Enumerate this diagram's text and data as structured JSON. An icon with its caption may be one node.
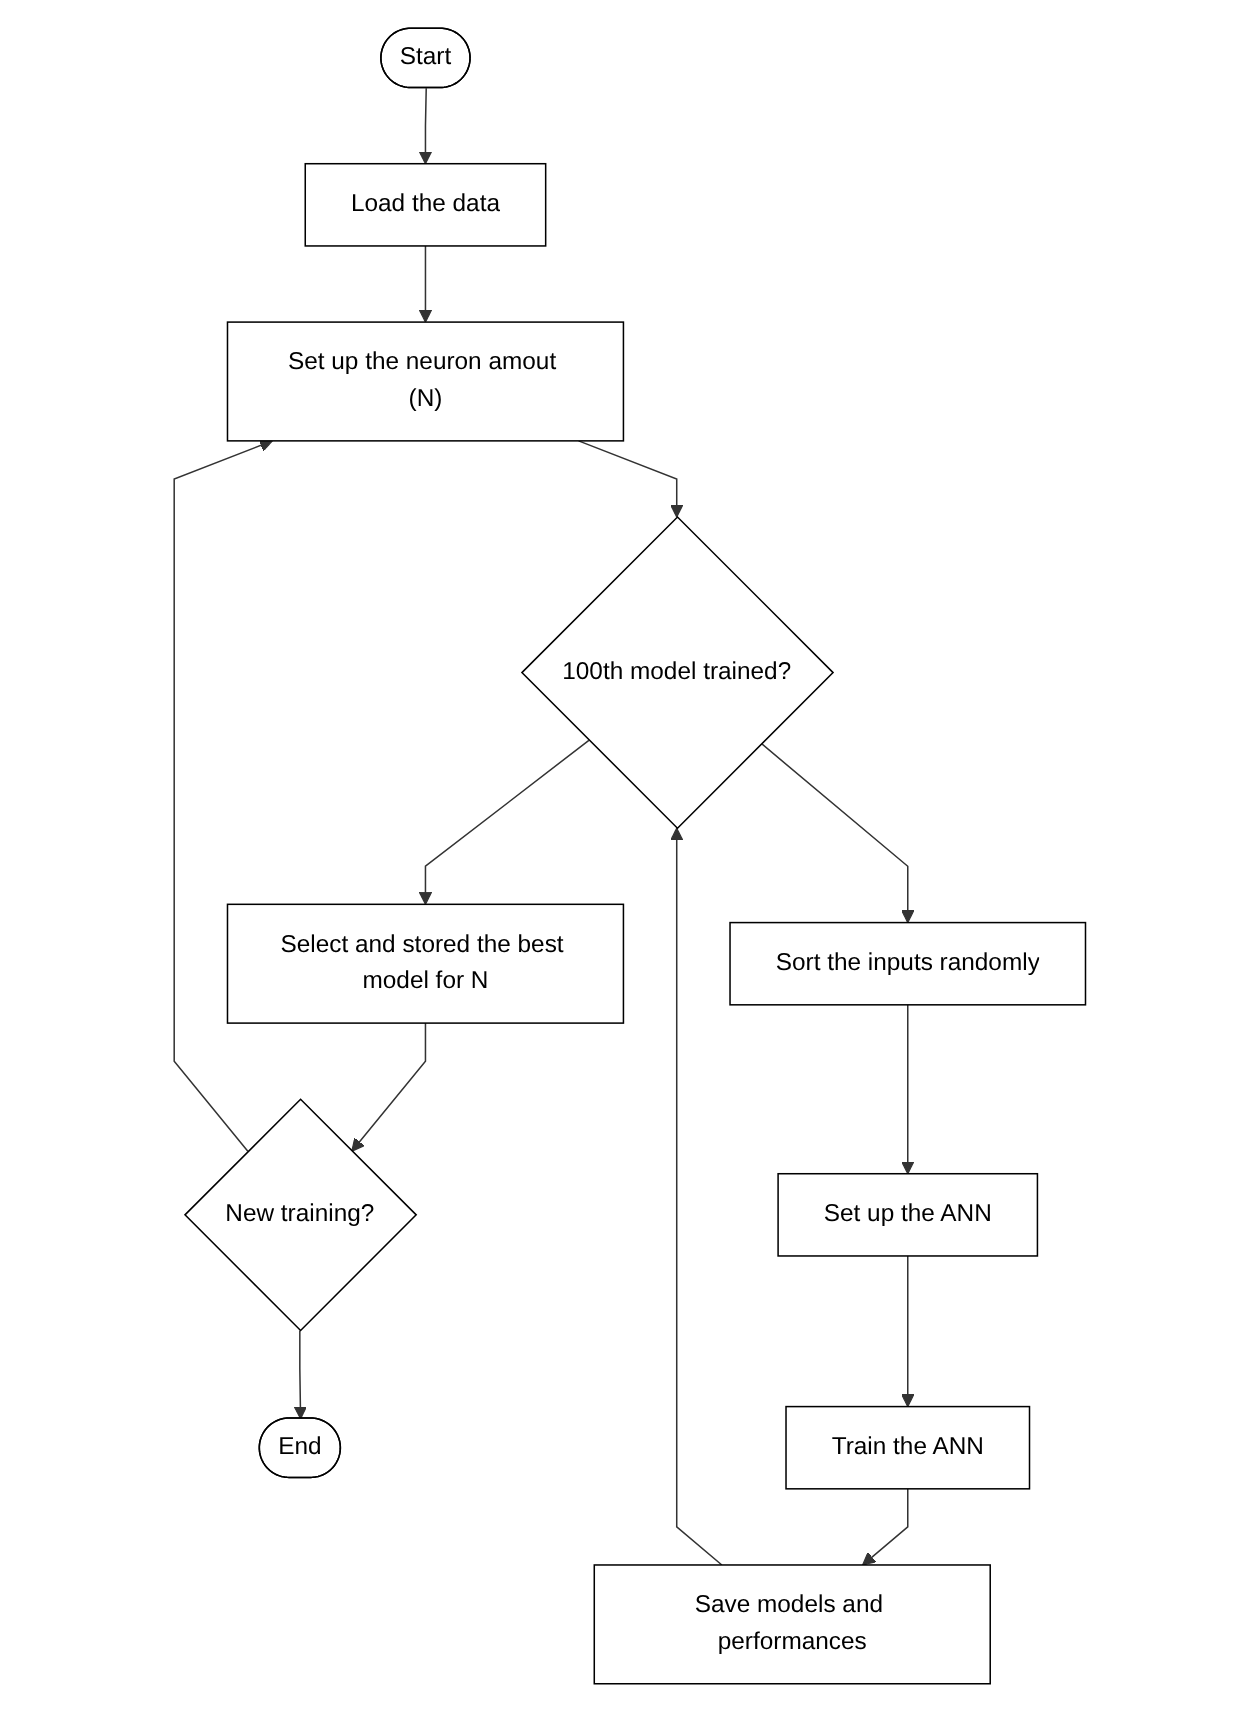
{
  "diagram": {
    "nodes": [
      {
        "text": [
          "Start"
        ]
      },
      {
        "text": [
          "Load the data"
        ]
      },
      {
        "text": [
          "Set up the neuron amout (N)"
        ]
      },
      {
        "text": [
          "100th model trained?"
        ]
      },
      {
        "text": [
          "Select and stored the best model for N"
        ]
      },
      {
        "text": [
          "New training?"
        ]
      },
      {
        "text": [
          "End"
        ]
      },
      {
        "text": [
          "Sort the inputs randomly"
        ]
      },
      {
        "text": [
          "Set up the ANN"
        ]
      },
      {
        "text": [
          "Train the ANN"
        ]
      },
      {
        "text": [
          "Save models and performances"
        ]
      }
    ],
    "edges": [
      {
        "from": 0,
        "to": 1,
        "arrow": "to"
      },
      {
        "from": 1,
        "to": 2,
        "arrow": "to"
      },
      {
        "from": 2,
        "to": 3,
        "arrow": "to"
      },
      {
        "from": 3,
        "to": 4,
        "arrow": "to"
      },
      {
        "from": 4,
        "to": 5,
        "arrow": "to"
      },
      {
        "from": 5,
        "to": 6,
        "arrow": "to"
      },
      {
        "from": 5,
        "to": 2,
        "arrow": "to"
      },
      {
        "from": 3,
        "to": 7,
        "arrow": "to"
      },
      {
        "from": 7,
        "to": 8,
        "arrow": "to"
      },
      {
        "from": 8,
        "to": 9,
        "arrow": "to"
      },
      {
        "from": 9,
        "to": 10,
        "arrow": "to"
      },
      {
        "from": 10,
        "to": 3,
        "arrow": "to"
      }
    ]
  }
}
